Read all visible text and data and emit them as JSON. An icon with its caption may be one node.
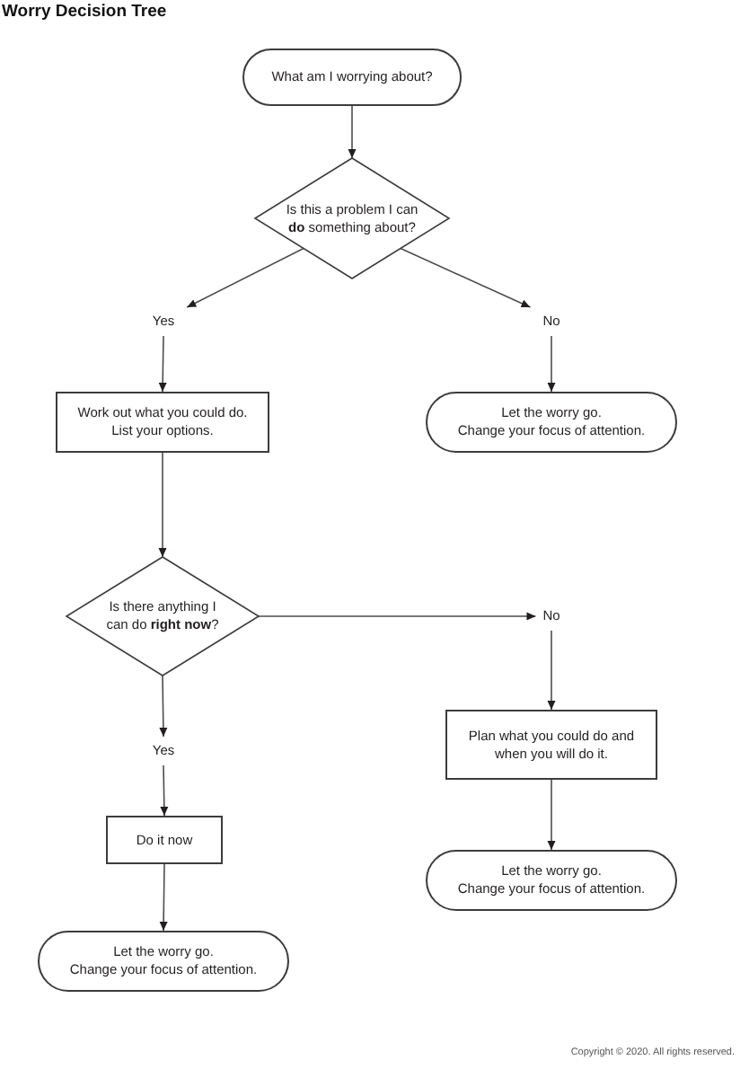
{
  "diagram": {
    "title": "Worry Decision Tree",
    "nodes": [
      {
        "text": [
          "What am I worrying about?"
        ]
      },
      {
        "text": [
          "Is this a problem I can **do** something about?"
        ]
      },
      {
        "text": [
          "Yes"
        ]
      },
      {
        "text": [
          "No"
        ]
      },
      {
        "text": [
          "Work out what you could do. List your options."
        ]
      },
      {
        "text": [
          "Let the worry go. Change your focus of attention."
        ]
      },
      {
        "text": [
          "Is there anything I can do **right now**?"
        ]
      },
      {
        "text": [
          "No"
        ]
      },
      {
        "text": [
          "Plan what you could do and when you will do it."
        ]
      },
      {
        "text": [
          "Yes"
        ]
      },
      {
        "text": [
          "Do it now"
        ]
      },
      {
        "text": [
          "Let the worry go. Change your focus of attention."
        ]
      },
      {
        "text": [
          "Let the worry go. Change your focus of attention."
        ]
      }
    ],
    "edges": [
      {
        "from": 0,
        "to": 1,
        "arrow": "to"
      },
      {
        "from": 1,
        "to": 2,
        "arrow": "to"
      },
      {
        "from": 1,
        "to": 3,
        "arrow": "to"
      },
      {
        "from": 2,
        "to": 4,
        "arrow": "to"
      },
      {
        "from": 3,
        "to": 5,
        "arrow": "to"
      },
      {
        "from": 4,
        "to": 6,
        "arrow": "to"
      },
      {
        "from": 6,
        "to": 7,
        "arrow": "to"
      },
      {
        "from": 7,
        "to": 8,
        "arrow": "to"
      },
      {
        "from": 6,
        "to": 9,
        "arrow": "to"
      },
      {
        "from": 9,
        "to": 10,
        "arrow": "to"
      },
      {
        "from": 8,
        "to": 11,
        "arrow": "to"
      },
      {
        "from": 10,
        "to": 12,
        "arrow": "to"
      }
    ],
    "labels": [
      "Copyright © 2020. All rights reserved."
    ]
  }
}
